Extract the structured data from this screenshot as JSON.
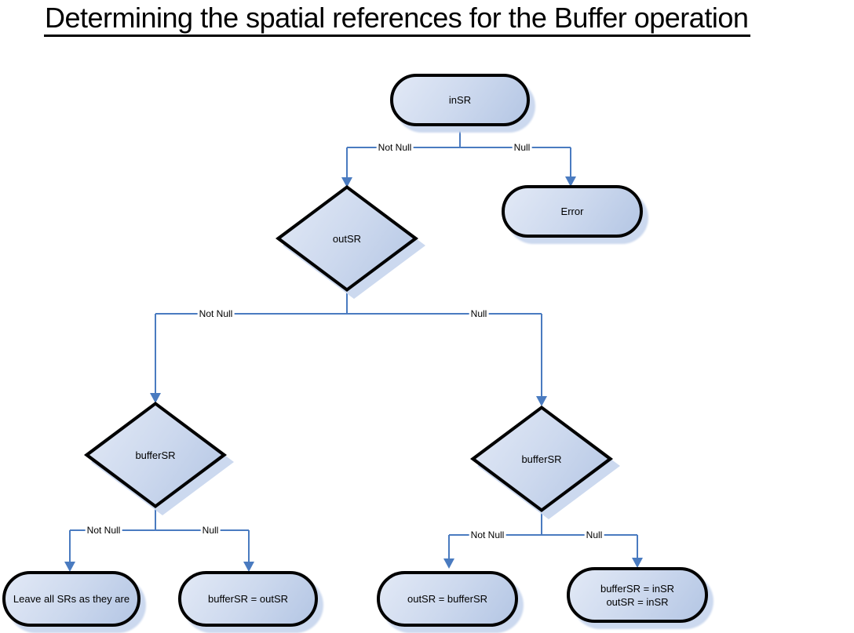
{
  "title": "Determining the spatial references for the Buffer operation",
  "colors": {
    "connector": "#4a7bc0",
    "node_border": "#000000",
    "node_fill_light": "#e2e9f6",
    "node_fill_dark": "#b4c6e4",
    "shadow": "#ccd9ef",
    "background": "#ffffff"
  },
  "nodes": {
    "insr": {
      "type": "terminator",
      "label": "inSR"
    },
    "error": {
      "type": "terminator",
      "label": "Error"
    },
    "outsr": {
      "type": "decision",
      "label": "outSR"
    },
    "buffersr_left": {
      "type": "decision",
      "label": "bufferSR"
    },
    "buffersr_right": {
      "type": "decision",
      "label": "bufferSR"
    },
    "leave_all": {
      "type": "terminator",
      "label": "Leave all SRs as they are"
    },
    "buffersr_eq_outsr": {
      "type": "terminator",
      "label": "bufferSR = outSR"
    },
    "outsr_eq_buffersr": {
      "type": "terminator",
      "label": "outSR = bufferSR"
    },
    "buffersr_eq_insr": {
      "type": "terminator",
      "line1": "bufferSR = inSR",
      "line2": "outSR = inSR"
    }
  },
  "edge_labels": {
    "insr_not_null": "Not Null",
    "insr_null": "Null",
    "outsr_not_null": "Not Null",
    "outsr_null": "Null",
    "buffersr_left_not_null": "Not Null",
    "buffersr_left_null": "Null",
    "buffersr_right_not_null": "Not Null",
    "buffersr_right_null": "Null"
  }
}
